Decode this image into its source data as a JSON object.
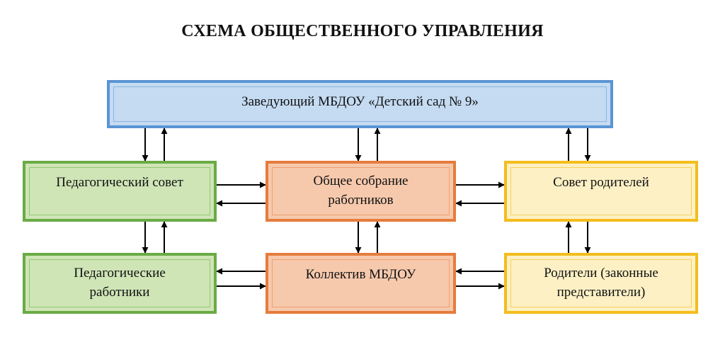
{
  "title": "СХЕМА ОБЩЕСТВЕННОГО УПРАВЛЕНИЯ",
  "colors": {
    "blue_fill": "#c4dbf2",
    "blue_border": "#5a95d4",
    "green_fill": "#cfe5b6",
    "green_border": "#6aab45",
    "orange_fill": "#f6c9ad",
    "orange_border": "#e67c3d",
    "yellow_fill": "#fdf0c4",
    "yellow_border": "#f4bc1d",
    "arrow": "#000000"
  },
  "nodes": {
    "head": "Заведующий МБДОУ «Детский сад № 9»",
    "ped_council": "Педагогический совет",
    "general_meeting": "Общее собрание работников",
    "parent_council": "Совет родителей",
    "ped_staff": "Педагогические работники",
    "collective": "Коллектив МБДОУ",
    "parents": "Родители (законные представители)"
  },
  "connections": [
    {
      "from": "head",
      "to": "ped_council",
      "type": "bidirectional"
    },
    {
      "from": "head",
      "to": "general_meeting",
      "type": "bidirectional"
    },
    {
      "from": "head",
      "to": "parent_council",
      "type": "bidirectional"
    },
    {
      "from": "ped_council",
      "to": "general_meeting",
      "type": "bidirectional"
    },
    {
      "from": "general_meeting",
      "to": "parent_council",
      "type": "bidirectional"
    },
    {
      "from": "ped_council",
      "to": "ped_staff",
      "type": "bidirectional"
    },
    {
      "from": "general_meeting",
      "to": "collective",
      "type": "bidirectional"
    },
    {
      "from": "parent_council",
      "to": "parents",
      "type": "bidirectional"
    },
    {
      "from": "ped_staff",
      "to": "collective",
      "type": "bidirectional"
    },
    {
      "from": "collective",
      "to": "parents",
      "type": "bidirectional"
    }
  ]
}
